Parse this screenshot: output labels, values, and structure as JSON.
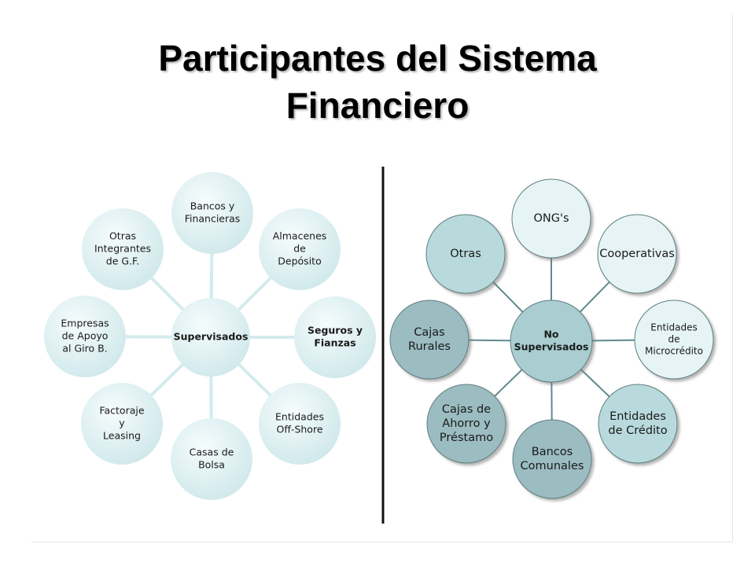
{
  "slide": {
    "title_line1": "Participantes del Sistema",
    "title_line2": "Financiero"
  },
  "supervisados": {
    "center": [
      "Supervisados"
    ],
    "nodes": [
      {
        "id": "bancos-financieras",
        "lines": [
          "Bancos y",
          "Financieras"
        ]
      },
      {
        "id": "almacenes-deposito",
        "lines": [
          "Almacenes",
          "de",
          "Depósito"
        ]
      },
      {
        "id": "seguros-fianzas",
        "lines": [
          "Seguros y",
          "Fianzas"
        ],
        "bold": true
      },
      {
        "id": "entidades-offshore",
        "lines": [
          "Entidades",
          "Off-Shore"
        ]
      },
      {
        "id": "casas-bolsa",
        "lines": [
          "Casas de",
          "Bolsa"
        ]
      },
      {
        "id": "factoraje-leasing",
        "lines": [
          "Factoraje",
          "y",
          "Leasing"
        ]
      },
      {
        "id": "empresas-apoyo",
        "lines": [
          "Empresas",
          "de Apoyo",
          "al Giro B."
        ]
      },
      {
        "id": "otras-integrantes",
        "lines": [
          "Otras",
          "Integrantes",
          "de G.F."
        ]
      }
    ]
  },
  "no_supervisados": {
    "center": [
      "No",
      "Supervisados"
    ],
    "nodes": [
      {
        "id": "ongs",
        "lines": [
          "ONG's"
        ]
      },
      {
        "id": "cooperativas",
        "lines": [
          "Cooperativas"
        ]
      },
      {
        "id": "entidades-microcredito",
        "lines": [
          "Entidades",
          "de",
          "Microcrédito"
        ]
      },
      {
        "id": "entidades-credito",
        "lines": [
          "Entidades",
          "de Crédito"
        ]
      },
      {
        "id": "bancos-comunales",
        "lines": [
          "Bancos",
          "Comunales"
        ]
      },
      {
        "id": "cajas-ahorro-prestamo",
        "lines": [
          "Cajas de",
          "Ahorro y",
          "Préstamo"
        ]
      },
      {
        "id": "cajas-rurales",
        "lines": [
          "Cajas",
          "Rurales"
        ]
      },
      {
        "id": "otras",
        "lines": [
          "Otras"
        ]
      }
    ]
  },
  "colors": {
    "sup_circle": "#ddf0f2",
    "sup_spoke": "#d3ebec",
    "ns_light": "#e6f4f5",
    "ns_mid": "#b9dadd",
    "ns_dark": "#9bbcc0",
    "ns_center": "#a9cdd1",
    "ns_spoke": "#5f8a8e",
    "divider": "#111111"
  }
}
